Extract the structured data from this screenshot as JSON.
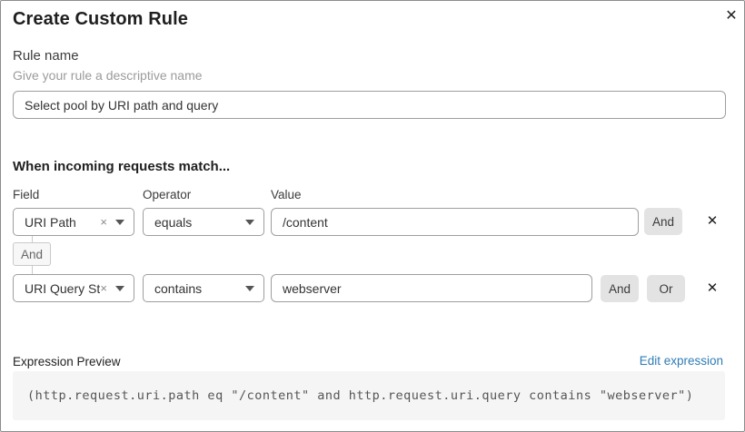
{
  "dialog": {
    "title": "Create Custom Rule"
  },
  "icons": {
    "close": "✕",
    "delete_row": "✕",
    "clear_select": "×"
  },
  "rule_name": {
    "label": "Rule name",
    "helper": "Give your rule a descriptive name",
    "value": "Select pool by URI path and query"
  },
  "match_section": {
    "heading": "When incoming requests match...",
    "columns": {
      "field": "Field",
      "operator": "Operator",
      "value": "Value"
    },
    "rows": [
      {
        "field": "URI Path",
        "operator": "equals",
        "value": "/content",
        "buttons": [
          "And"
        ]
      },
      {
        "field": "URI Query St...",
        "operator": "contains",
        "value": "webserver",
        "buttons": [
          "And",
          "Or"
        ]
      }
    ],
    "joiner": "And"
  },
  "expression": {
    "label": "Expression Preview",
    "edit_link": "Edit expression",
    "code": "(http.request.uri.path eq \"/content\" and http.request.uri.query contains \"webserver\")"
  },
  "colors": {
    "accent_link": "#2e7cb5",
    "button_bg": "#e3e3e3",
    "code_bg": "#f5f5f5",
    "border": "#9e9e9e"
  }
}
